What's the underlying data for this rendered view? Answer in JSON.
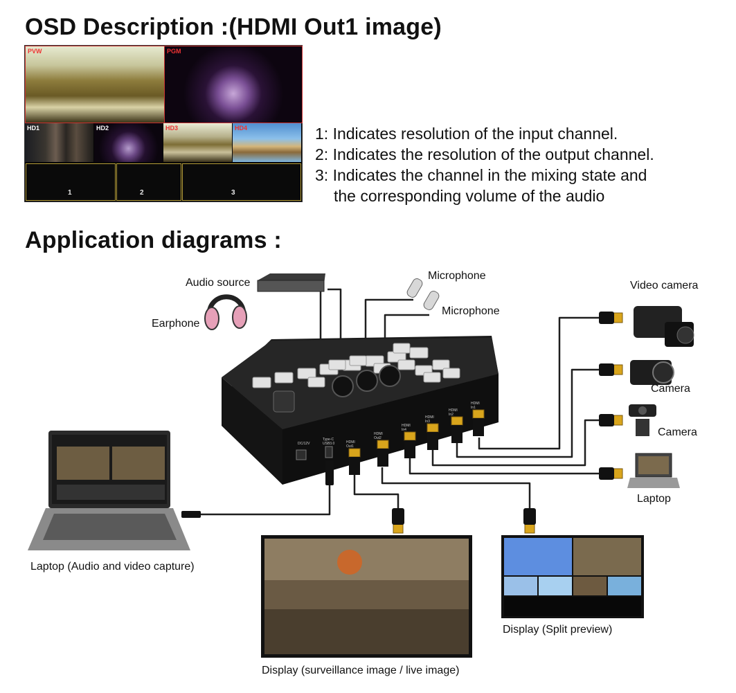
{
  "headings": {
    "osd": "OSD Description :(HDMI Out1 image)",
    "app": "Application diagrams :"
  },
  "osd_tiles": {
    "pvw": "PVW",
    "pgm": "PGM",
    "hd1": "HD1",
    "hd2": "HD2",
    "hd3": "HD3",
    "hd4": "HD4",
    "section_numbers": [
      "1",
      "2",
      "3"
    ]
  },
  "descriptions": [
    "1: Indicates resolution of the input channel.",
    "2: Indicates the resolution of the output channel.",
    "3: Indicates the channel in the mixing state and",
    "the corresponding volume of the audio"
  ],
  "labels": {
    "audio_source": "Audio source",
    "earphone": "Earphone",
    "microphone_1": "Microphone",
    "microphone_2": "Microphone",
    "video_camera": "Video camera",
    "camera_1": "Camera",
    "camera_2": "Camera",
    "laptop_right": "Laptop",
    "laptop_left": "Laptop (Audio and video capture)",
    "display_main": "Display (surveillance image / live image)",
    "display_split": "Display (Split preview)"
  },
  "device_ports": [
    "DC/12V",
    "Type-C USB3.0",
    "HDMI Out1",
    "HDMI Out2",
    "HDMI In4",
    "HDMI In3",
    "HDMI In2",
    "HDMI In1"
  ],
  "colors": {
    "hdmi_gold": "#d9a51c",
    "device_body": "#1c1c1c",
    "cable": "#222222",
    "osd_border": "#b8a03a"
  }
}
